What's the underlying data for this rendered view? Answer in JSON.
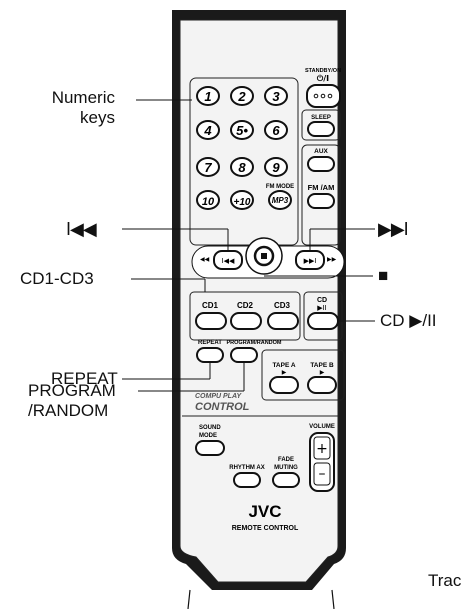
{
  "callouts": {
    "numeric_keys": [
      "Numeric",
      "keys"
    ],
    "skip_back": "I◀◀",
    "skip_forward": "▶▶I",
    "cd1_cd3": "CD1-CD3",
    "stop": "■",
    "cd_play_pause": "CD ▶/II",
    "repeat": "REPEAT",
    "program_random": [
      "PROGRAM",
      "/RANDOM"
    ],
    "footer_cut": "Trac"
  },
  "remote": {
    "standby_label_1": "STANDBY/ON",
    "standby_label_2": "⏻/I",
    "numeric_keys": [
      "1",
      "2",
      "3",
      "4",
      "5•",
      "6",
      "7",
      "8",
      "9",
      "10",
      "+10"
    ],
    "sleep_label": "SLEEP",
    "aux_label": "AUX",
    "fm_mode_label": "FM MODE",
    "mp3_label": "MP3",
    "fm_am_label": "FM /AM",
    "cd1_label": "CD1",
    "cd2_label": "CD2",
    "cd3_label": "CD3",
    "cd_play_label": "CD",
    "repeat_label": "REPEAT",
    "program_random_label": "PROGRAM/RANDOM",
    "tape_a_label": "TAPE A",
    "tape_b_label": "TAPE B",
    "compu_play_line1": "COMPU PLAY",
    "compu_play_line2": "CONTROL",
    "sound_mode_label_1": "SOUND",
    "sound_mode_label_2": "MODE",
    "volume_label": "VOLUME",
    "rhythm_ax_label": "RHYTHM AX",
    "fade_muting_label_1": "FADE",
    "fade_muting_label_2": "MUTING",
    "brand": "JVC",
    "remote_control_label": "REMOTE CONTROL"
  },
  "colors": {
    "body_fill": "#f2f2f2",
    "outline": "#111111",
    "button_fill": "#ffffff",
    "line": "#111111"
  }
}
